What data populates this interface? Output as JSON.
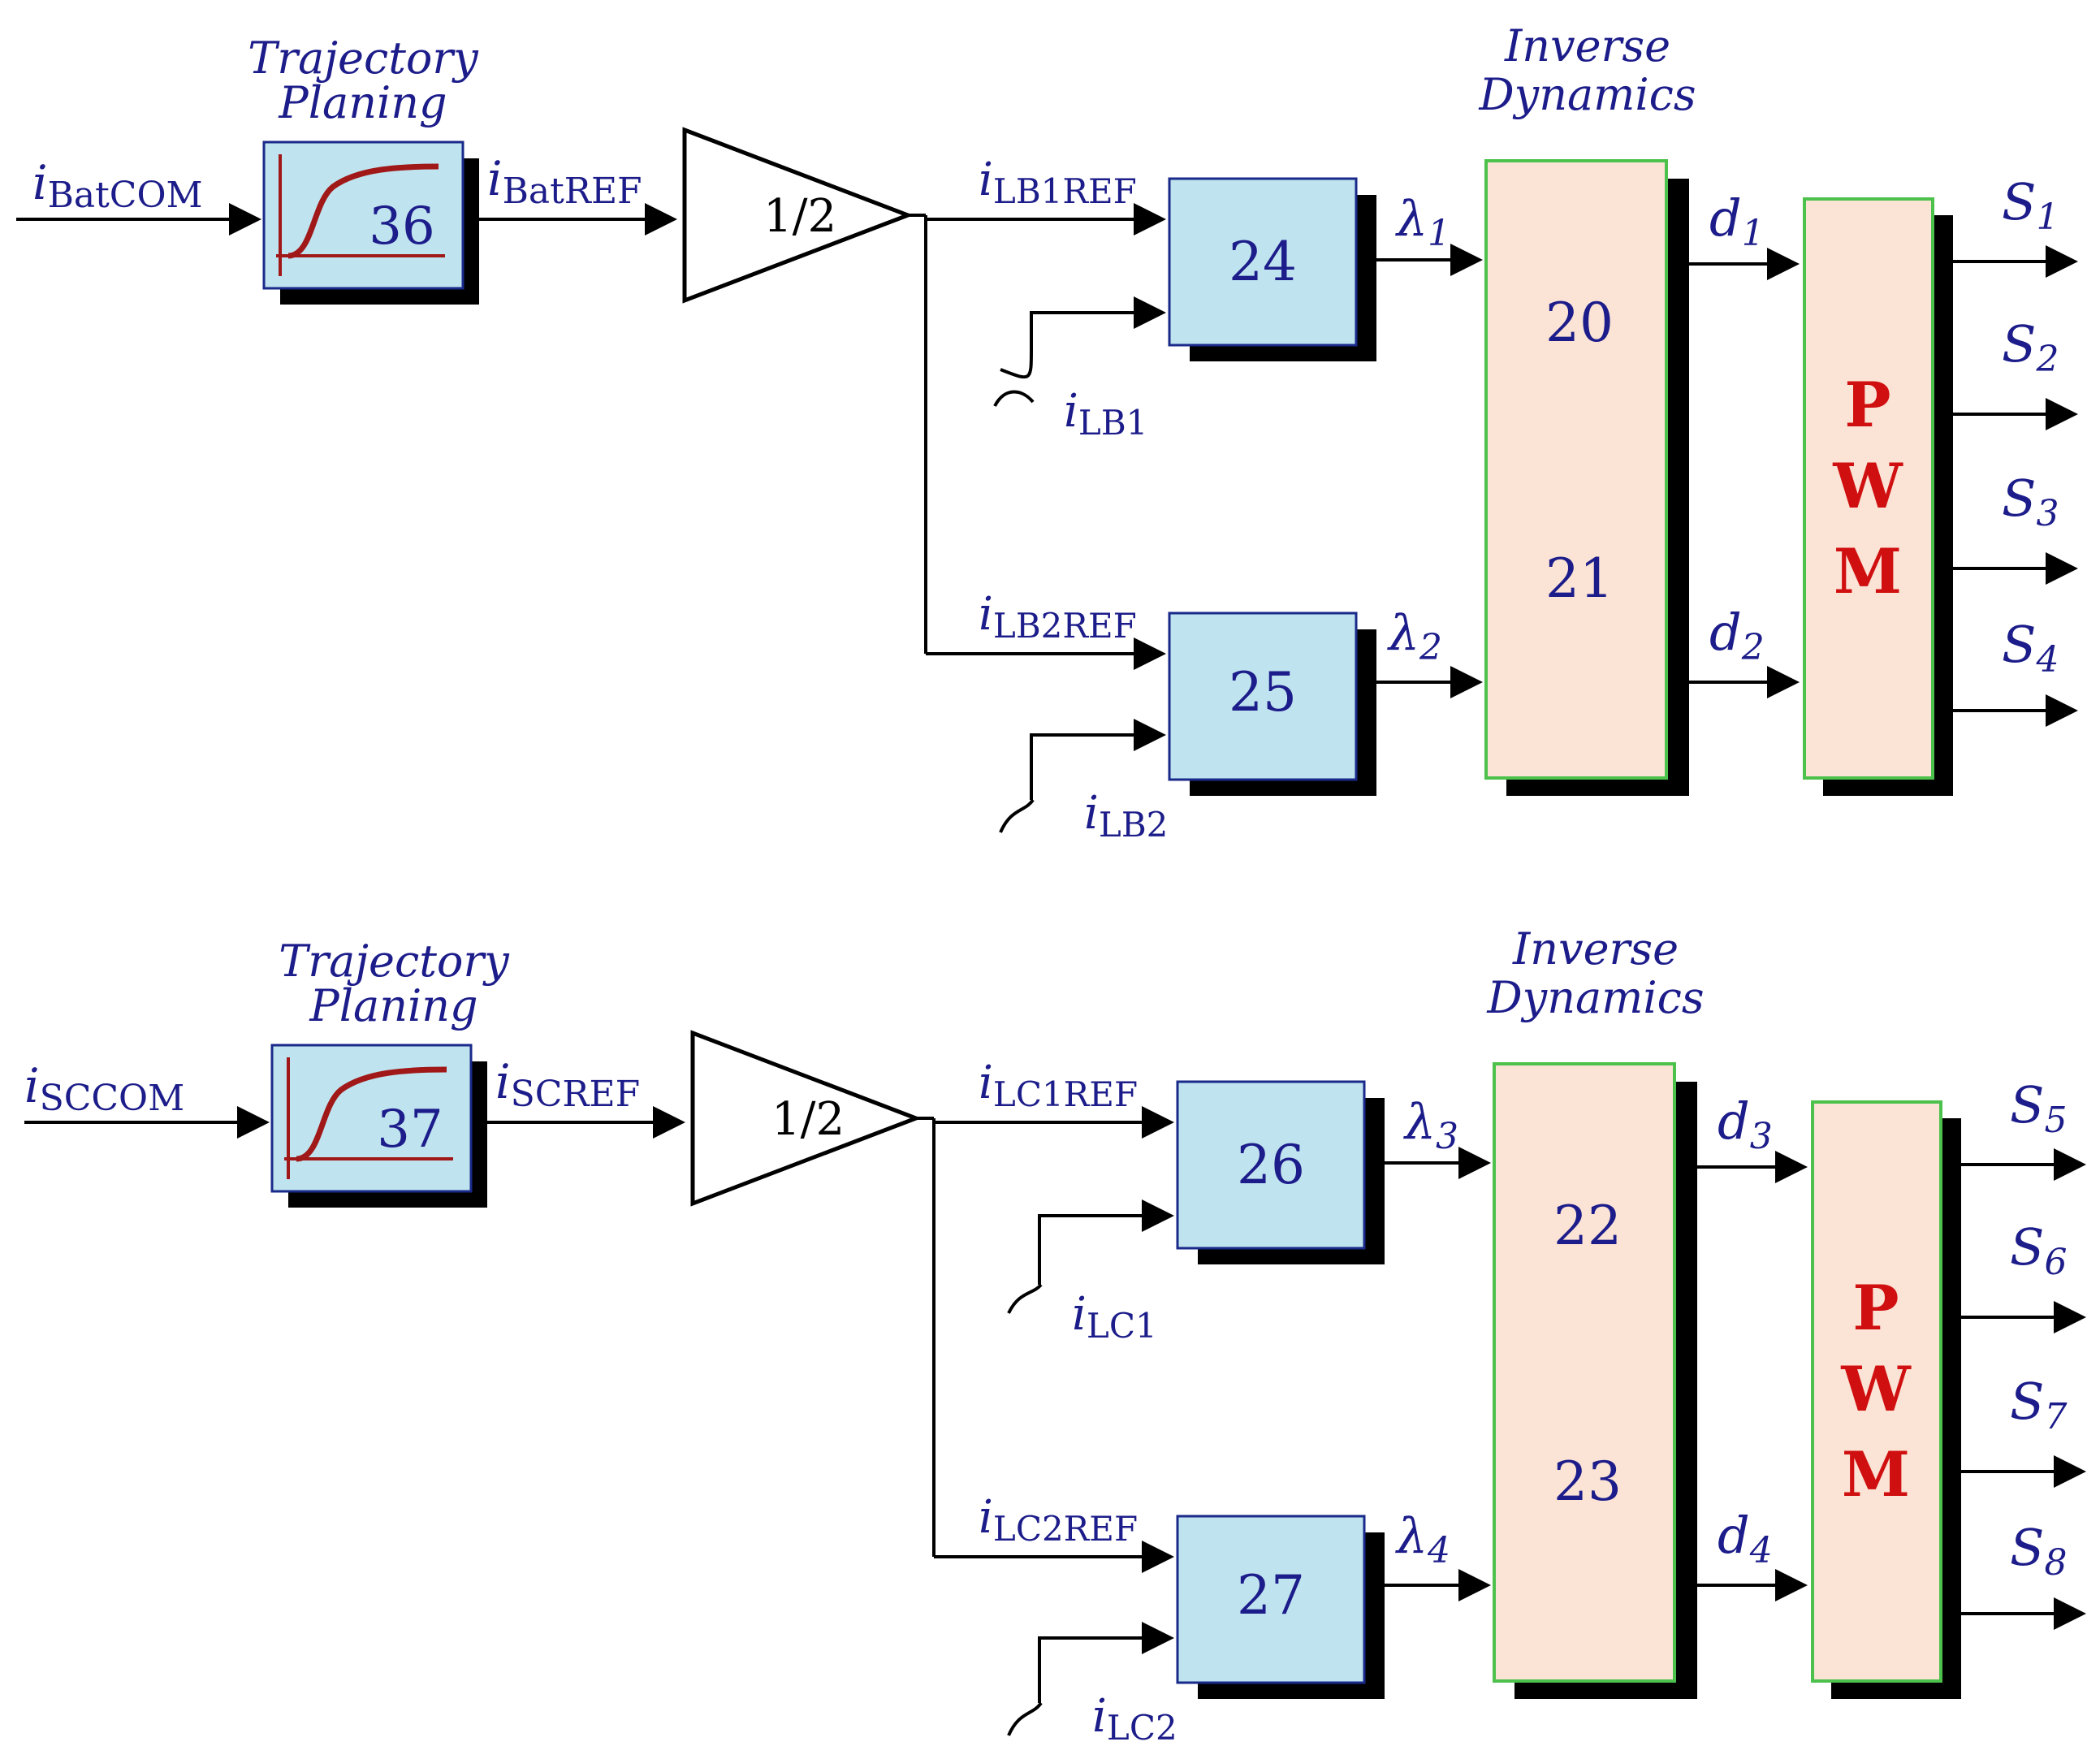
{
  "sections": [
    {
      "traj_title": "Trajectory",
      "traj_subtitle": "Planing",
      "input_main": "i",
      "input_sub": "BatCOM",
      "traj_num": "36",
      "ref_main": "i",
      "ref_sub": "BatREF",
      "gain": "1/2",
      "ref1_main": "i",
      "ref1_sub": "LB1REF",
      "ref2_main": "i",
      "ref2_sub": "LB2REF",
      "meas1_main": "i",
      "meas1_sub": "LB1",
      "meas2_main": "i",
      "meas2_sub": "LB2",
      "ctrl1_num": "24",
      "ctrl2_num": "25",
      "lam1_main": "λ",
      "lam1_sub": "1",
      "lam2_main": "λ",
      "lam2_sub": "2",
      "inv_title": "Inverse",
      "inv_subtitle": "Dynamics",
      "inv_num1": "20",
      "inv_num2": "21",
      "d1_main": "d",
      "d1_sub": "1",
      "d2_main": "d",
      "d2_sub": "2",
      "pwm_letters": [
        "P",
        "W",
        "M"
      ],
      "outputs": [
        {
          "main": "S",
          "sub": "1"
        },
        {
          "main": "S",
          "sub": "2"
        },
        {
          "main": "S",
          "sub": "3"
        },
        {
          "main": "S",
          "sub": "4"
        }
      ]
    },
    {
      "traj_title": "Trajectory",
      "traj_subtitle": "Planing",
      "input_main": "i",
      "input_sub": "SCCOM",
      "traj_num": "37",
      "ref_main": "i",
      "ref_sub": "SCREF",
      "gain": "1/2",
      "ref1_main": "i",
      "ref1_sub": "LC1REF",
      "ref2_main": "i",
      "ref2_sub": "LC2REF",
      "meas1_main": "i",
      "meas1_sub": "LC1",
      "meas2_main": "i",
      "meas2_sub": "LC2",
      "ctrl1_num": "26",
      "ctrl2_num": "27",
      "lam1_main": "λ",
      "lam1_sub": "3",
      "lam2_main": "λ",
      "lam2_sub": "4",
      "inv_title": "Inverse",
      "inv_subtitle": "Dynamics",
      "inv_num1": "22",
      "inv_num2": "23",
      "d1_main": "d",
      "d1_sub": "3",
      "d2_main": "d",
      "d2_sub": "4",
      "pwm_letters": [
        "P",
        "W",
        "M"
      ],
      "outputs": [
        {
          "main": "S",
          "sub": "5"
        },
        {
          "main": "S",
          "sub": "6"
        },
        {
          "main": "S",
          "sub": "7"
        },
        {
          "main": "S",
          "sub": "8"
        }
      ]
    }
  ]
}
